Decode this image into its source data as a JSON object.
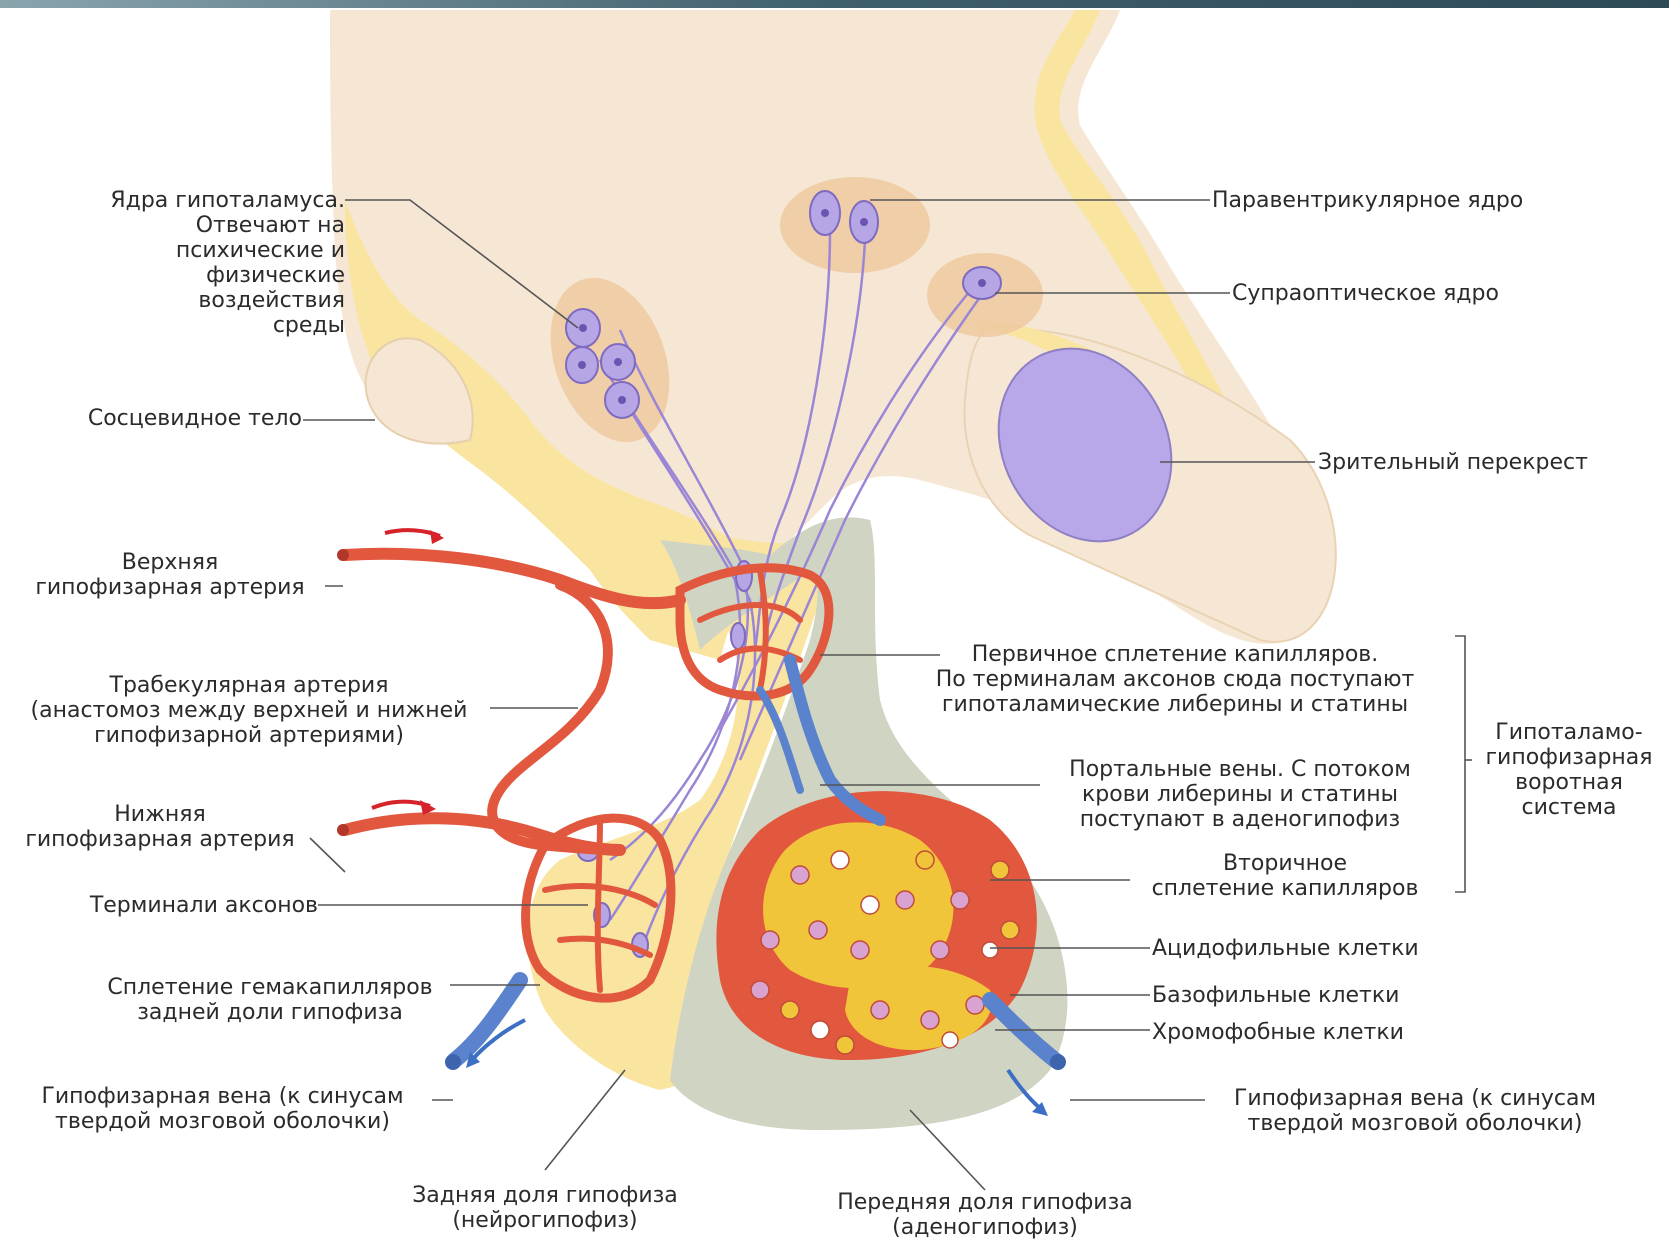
{
  "colors": {
    "brain": "#f6e7d4",
    "yellow_layer": "#f9e4a0",
    "adenohypophysis": "#cfd5c2",
    "nucleus_halo": "#efc9a0",
    "neuron": "#b6a6e6",
    "optic_chiasm": "#b9a8e9",
    "artery": "#e2583f",
    "vein": "#5b82cc",
    "acidophil": "#f1c53a",
    "basophil": "#d9a3d1",
    "chromophobe": "#ffffff",
    "label_line": "#555555",
    "top_bar": "#3e5f6d"
  },
  "labels": {
    "hypothalamic_nuclei": "Ядра гипоталамуса.\nОтвечают на\nпсихические и\nфизические\nвоздействия\nсреды",
    "mammillary_body": "Сосцевидное тело",
    "superior_artery": "Верхняя\nгипофизарная артерия",
    "trabecular_artery": "Трабекулярная артерия\n(анастомоз между верхней и нижней\nгипофизарной артериями)",
    "inferior_artery": "Нижняя\nгипофизарная артерия",
    "axon_terminals": "Терминали аксонов",
    "posterior_plexus": "Сплетение гемакапилляров\nзадней доли гипофиза",
    "pituitary_vein_left": "Гипофизарная вена (к синусам\nтвердой мозговой оболочки)",
    "posterior_lobe": "Задняя доля гипофиза\n(нейрогипофиз)",
    "anterior_lobe": "Передняя доля гипофиза\n(аденогипофиз)",
    "paraventricular": "Паравентрикулярное ядро",
    "supraoptic": "Супраоптическое ядро",
    "optic_chiasm": "Зрительный перекрест",
    "primary_plexus": "Первичное сплетение капилляров.\nПо терминалам аксонов сюда поступают\nгипоталамические либерины и статины",
    "portal_veins": "Портальные вены. С потоком\nкрови либерины и статины\nпоступают в аденогипофиз",
    "secondary_plexus": "Вторичное\nсплетение капилляров",
    "portal_system": "Гипоталамо-\nгипофизарная\nворотная\nсистема",
    "acidophils": "Ацидофильные клетки",
    "basophils": "Базофильные клетки",
    "chromophobes": "Хромофобные клетки",
    "pituitary_vein_right": "Гипофизарная вена (к синусам\nтвердой мозговой оболочки)"
  }
}
